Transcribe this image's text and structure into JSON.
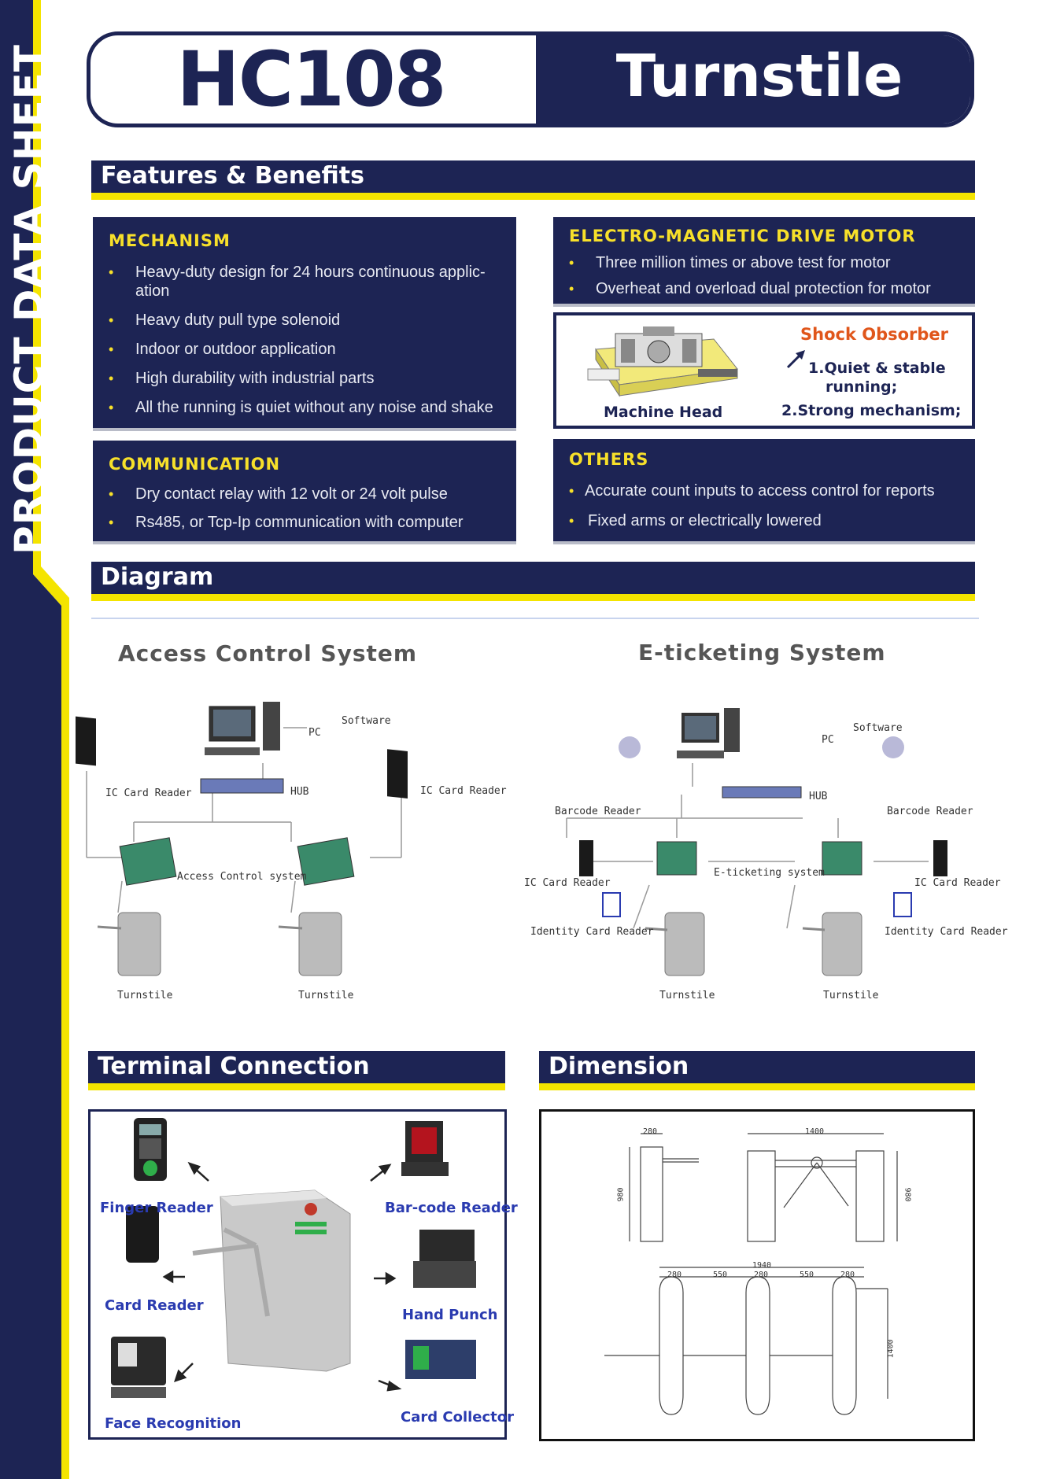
{
  "side_title": "PRODUCT DATA SHEET",
  "header": {
    "model": "HC108",
    "product": "Turnstile"
  },
  "sections": {
    "features": "Features & Benefits",
    "diagram": "Diagram",
    "terminal": "Terminal Connection",
    "dimension": "Dimension"
  },
  "mechanism": {
    "title": "MECHANISM",
    "items": [
      "Heavy-duty design for 24 hours continuous applic-ation",
      "Heavy duty pull type solenoid",
      "Indoor or outdoor application",
      "High durability with industrial parts",
      "All the running is quiet without any noise and shake"
    ]
  },
  "motor": {
    "title": "ELECTRO-MAGNETIC DRIVE MOTOR",
    "items": [
      "Three million times or above  test for motor",
      "Overheat and overload dual protection for motor"
    ]
  },
  "shock": {
    "label": "Shock Obsorber",
    "machine_head": "Machine Head",
    "point1": "1.Quiet & stable",
    "point1b": "running;",
    "point2": "2.Strong mechanism;"
  },
  "communication": {
    "title": "COMMUNICATION",
    "items": [
      "Dry contact relay  with 12 volt or 24 volt pulse",
      "Rs485, or Tcp-Ip communication with computer"
    ]
  },
  "others": {
    "title": "OTHERS",
    "items": [
      "Accurate count inputs  to access control for reports",
      "Fixed arms or electrically lowered"
    ]
  },
  "access_control": {
    "title": "Access Control System",
    "software": "Software",
    "pc": "PC",
    "hub": "HUB",
    "ic_card_reader": "IC Card Reader",
    "system": "Access Control system",
    "turnstile": "Turnstile"
  },
  "eticketing": {
    "title": "E-ticketing System",
    "software": "Software",
    "pc": "PC",
    "hub": "HUB",
    "barcode_reader": "Barcode Reader",
    "ic_card_reader": "IC Card Reader",
    "identity_card_reader": "Identity Card Reader",
    "system": "E-ticketing system",
    "turnstile": "Turnstile"
  },
  "terminal": {
    "finger_reader": "Finger Reader",
    "barcode_reader": "Bar-code Reader",
    "card_reader": "Card Reader",
    "hand_punch": "Hand Punch",
    "face_recognition": "Face Recognition",
    "card_collector": "Card Collector"
  },
  "dimensions": {
    "top_width": "280",
    "front_width": "1400",
    "height_left": "980",
    "height_right": "980",
    "overall": "1940",
    "d280a": "280",
    "d550a": "550",
    "d280b": "280",
    "d550b": "550",
    "d280c": "280",
    "depth": "1400"
  },
  "colors": {
    "navy": "#1d2454",
    "yellow": "#f4e400",
    "label_blue": "#2a3bb0",
    "shock_orange": "#e0561b"
  }
}
